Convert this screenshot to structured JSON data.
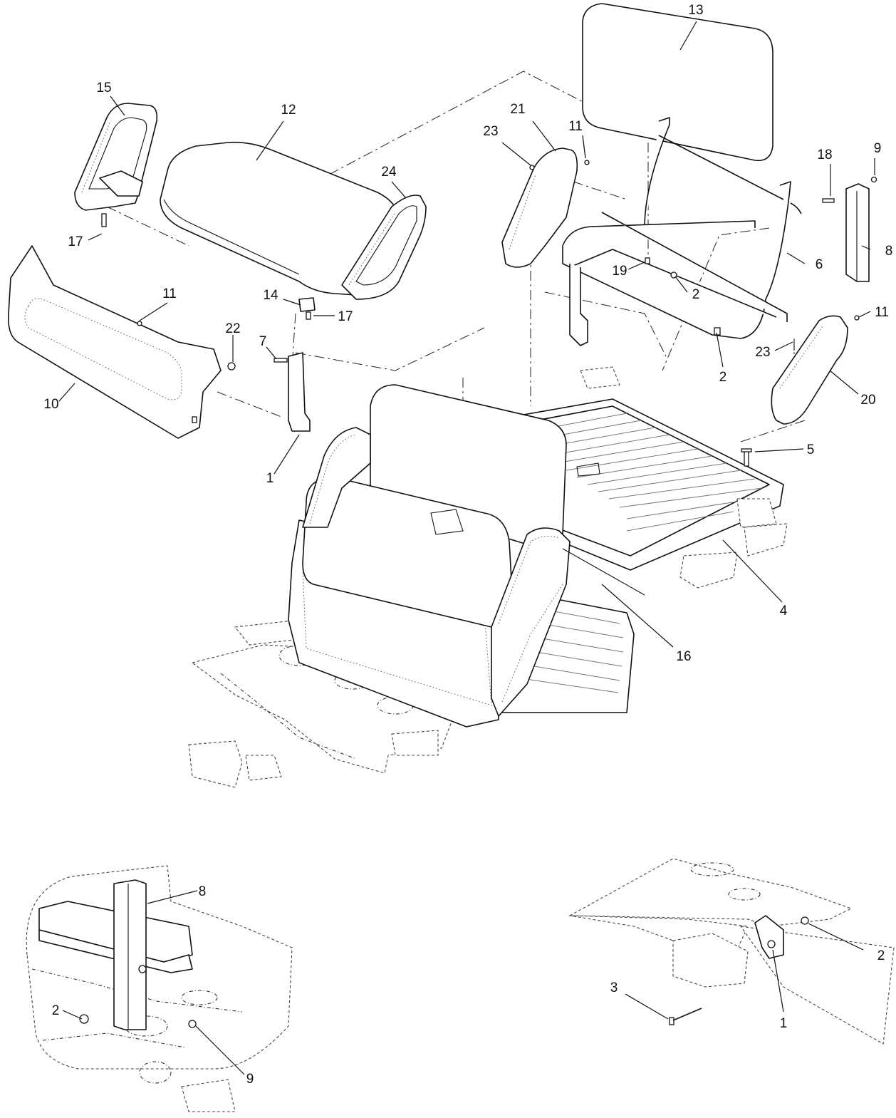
{
  "callouts": {
    "c1a": "1",
    "c1b": "1",
    "c2a": "2",
    "c2b": "2",
    "c2c": "2",
    "c2d": "2",
    "c3": "3",
    "c4": "4",
    "c5": "5",
    "c6": "6",
    "c7": "7",
    "c8a": "8",
    "c8b": "8",
    "c9a": "9",
    "c9b": "9",
    "c10": "10",
    "c11a": "11",
    "c11b": "11",
    "c11c": "11",
    "c12": "12",
    "c13": "13",
    "c14": "14",
    "c15": "15",
    "c16": "16",
    "c17a": "17",
    "c17b": "17",
    "c18": "18",
    "c19": "19",
    "c20": "20",
    "c21": "21",
    "c22": "22",
    "c23a": "23",
    "c23b": "23",
    "c24": "24"
  }
}
